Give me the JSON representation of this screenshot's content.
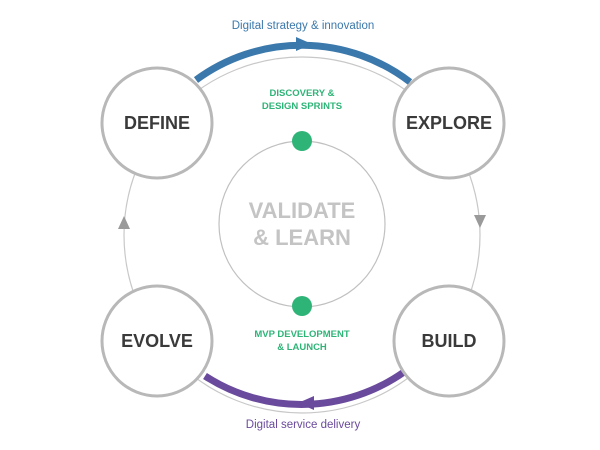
{
  "colors": {
    "blue": "#3b78ab",
    "purple": "#6a4a9c",
    "green": "#2fb478",
    "ring": "#c8c8c8",
    "node_stroke": "#b8b8b8",
    "arrow_gray": "#9a9a9a",
    "node_text": "#3a3a3a",
    "center_text": "#c4c4c4"
  },
  "top_caption": "Digital strategy & innovation",
  "bottom_caption": "Digital service delivery",
  "nodes": {
    "define": "DEFINE",
    "explore": "EXPLORE",
    "evolve": "EVOLVE",
    "build": "BUILD"
  },
  "center": {
    "line1": "VALIDATE",
    "line2": "& LEARN"
  },
  "top_phase": {
    "line1": "DISCOVERY &",
    "line2": "DESIGN SPRINTS"
  },
  "bottom_phase": {
    "line1": "MVP DEVELOPMENT",
    "line2": "& LAUNCH"
  }
}
